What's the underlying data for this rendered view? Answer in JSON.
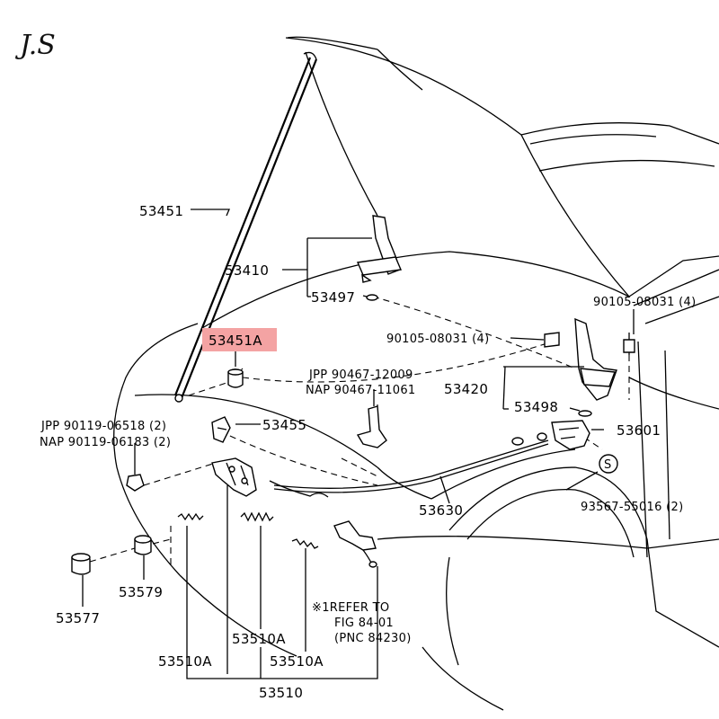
{
  "watermark": "J.S",
  "highlight_color": "#f4a3a3",
  "labels": {
    "p53451": "53451",
    "p53410": "53410",
    "p53497": "53497",
    "p53451a": "53451A",
    "p90105_top": "90105-08031 (4)",
    "p90105_mid": "90105-08031 (4)",
    "jpp_mid": "JPP 90467-12009",
    "nap_mid": "NAP 90467-11061",
    "p53420": "53420",
    "p53498": "53498",
    "p53455": "53455",
    "jpp_left": "JPP 90119-06518 (2)",
    "nap_left": "NAP 90119-06183 (2)",
    "p53601": "53601",
    "s_symbol": "S",
    "p93567": "93567-55016 (2)",
    "p53630": "53630",
    "p53579": "53579",
    "p53577": "53577",
    "refer_1": "※1REFER TO",
    "refer_2": "FIG 84-01",
    "refer_3": "(PNC 84230)",
    "p53510a_1": "53510A",
    "p53510a_2": "53510A",
    "p53510a_3": "53510A",
    "p53510": "53510"
  }
}
